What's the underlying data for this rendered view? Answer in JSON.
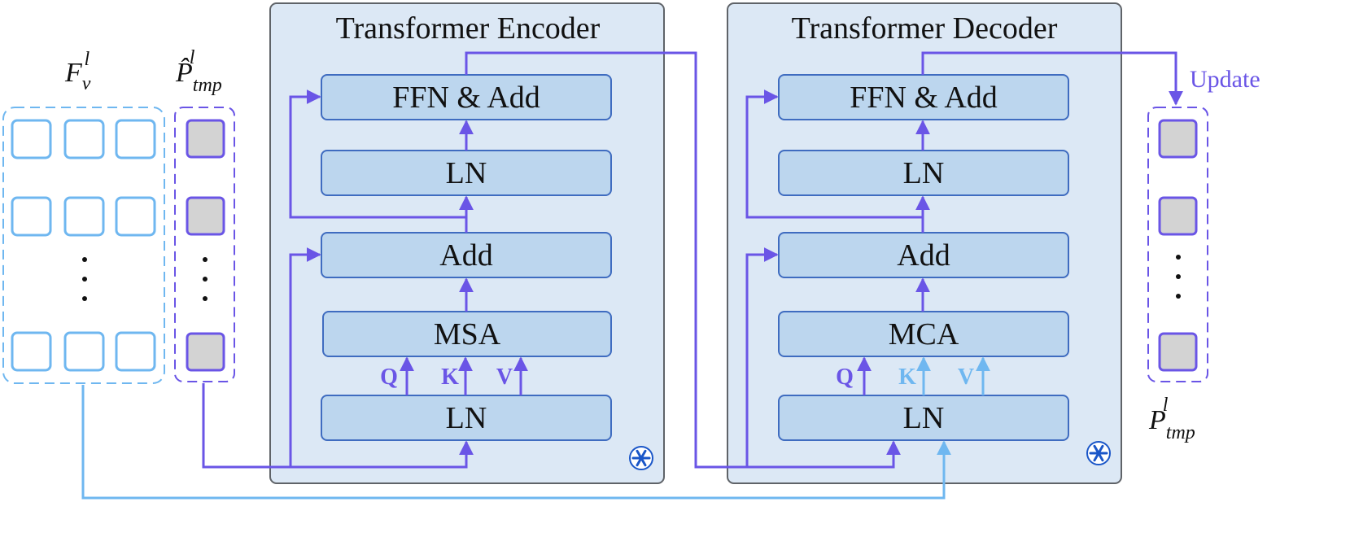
{
  "encoder": {
    "title": "Transformer Encoder",
    "blocks": {
      "ffn": "FFN & Add",
      "ln_top": "LN",
      "add": "Add",
      "attn": "MSA",
      "ln_bottom": "LN"
    },
    "qkv": [
      "Q",
      "K",
      "V"
    ]
  },
  "decoder": {
    "title": "Transformer Decoder",
    "blocks": {
      "ffn": "FFN & Add",
      "ln_top": "LN",
      "add": "Add",
      "attn": "MCA",
      "ln_bottom": "LN"
    },
    "qkv": [
      "Q",
      "K",
      "V"
    ]
  },
  "inputs": {
    "visual_features": {
      "symbol": "F",
      "sub": "v",
      "sup": "l"
    },
    "prompt_hat": {
      "symbol": "P̂",
      "sub": "tmp",
      "sup": "l"
    },
    "prompt_out": {
      "symbol": "P",
      "sub": "tmp",
      "sup": "l"
    }
  },
  "update_label": "Update",
  "colors": {
    "purple": "#6a55e6",
    "light_blue": "#6fb7f0",
    "panel_fill": "#dce8f5",
    "block_fill": "#bcd6ee",
    "snowflake": "#1a56c8"
  }
}
